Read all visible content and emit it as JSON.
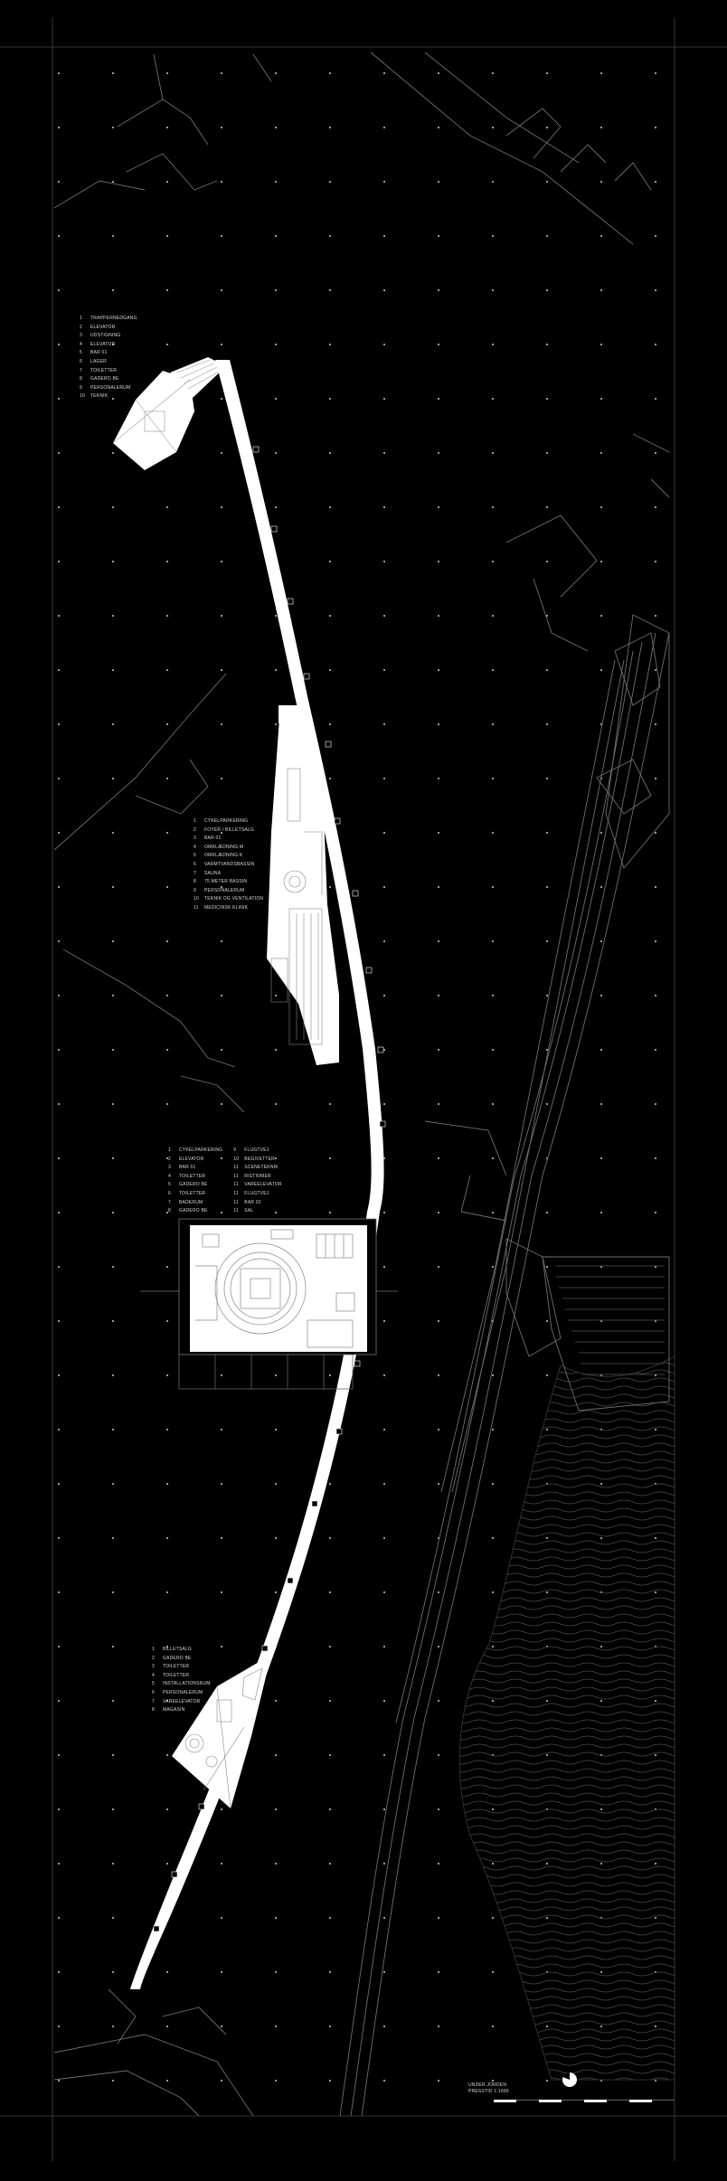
{
  "drawing": {
    "caption_line1": "UNDER JORDEN",
    "caption_line2": "PRESSTID 1:1000",
    "colors": {
      "background": "#000000",
      "linework": "#6f6f6f",
      "building": "#ffffff",
      "text": "#d8d8d8"
    }
  },
  "legends": {
    "north_station": [
      "TRAPPERNEDGANG",
      "ELEVATOR",
      "UDSTIGNING",
      "ELEVATOR",
      "BAR 01",
      "LAGER",
      "TOILETTER",
      "GADERO BE",
      "PERSONALERUM",
      "TEKNIK"
    ],
    "middle_station": [
      "CYKELPARKERING",
      "FOYER / BILLETSALG",
      "BAR 01",
      "OMKLÆDNING M",
      "OMKLÆDNING K",
      "VARMTVANDSBASSIN",
      "SAUNA",
      "75 METER BASSIN",
      "PERSONALERUM",
      "TEKNIK OG VENTILATION",
      "MEDICINSK KLINIK"
    ],
    "arena_left": [
      "CYKELPARKERING",
      "ELEVATOR",
      "BAR 01",
      "TOILETTER",
      "GADERO BE",
      "TOILETTER",
      "BADERUM",
      "GADERO BE"
    ],
    "arena_right": [
      "FLUGTVEJ",
      "BEGIVETTER",
      "SCENETEKNIK",
      "RISTIOMER",
      "VAREELEVATOR",
      "FLUGTVEJ",
      "BAR 02",
      "SAL"
    ],
    "south_station": [
      "BILLETSALG",
      "GADERO BE",
      "TOILETTER",
      "TOILETTER",
      "INSTALLATIONSRUM",
      "PERSONALERUM",
      "VAREELEVATOR",
      "MAGASIN"
    ]
  },
  "legend_numbers": [
    "1",
    "2",
    "3",
    "4",
    "5",
    "6",
    "7",
    "8",
    "9",
    "10",
    "11"
  ]
}
